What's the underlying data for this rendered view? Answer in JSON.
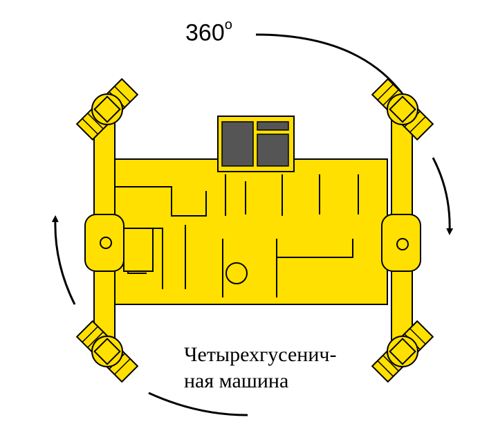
{
  "rotation": {
    "value": "360",
    "degree_mark": "o"
  },
  "caption": {
    "line1": "Четырехгусенич-",
    "line2": "ная машина"
  },
  "colors": {
    "body": "#FFE000",
    "outline": "#000000",
    "window": "#555555"
  }
}
